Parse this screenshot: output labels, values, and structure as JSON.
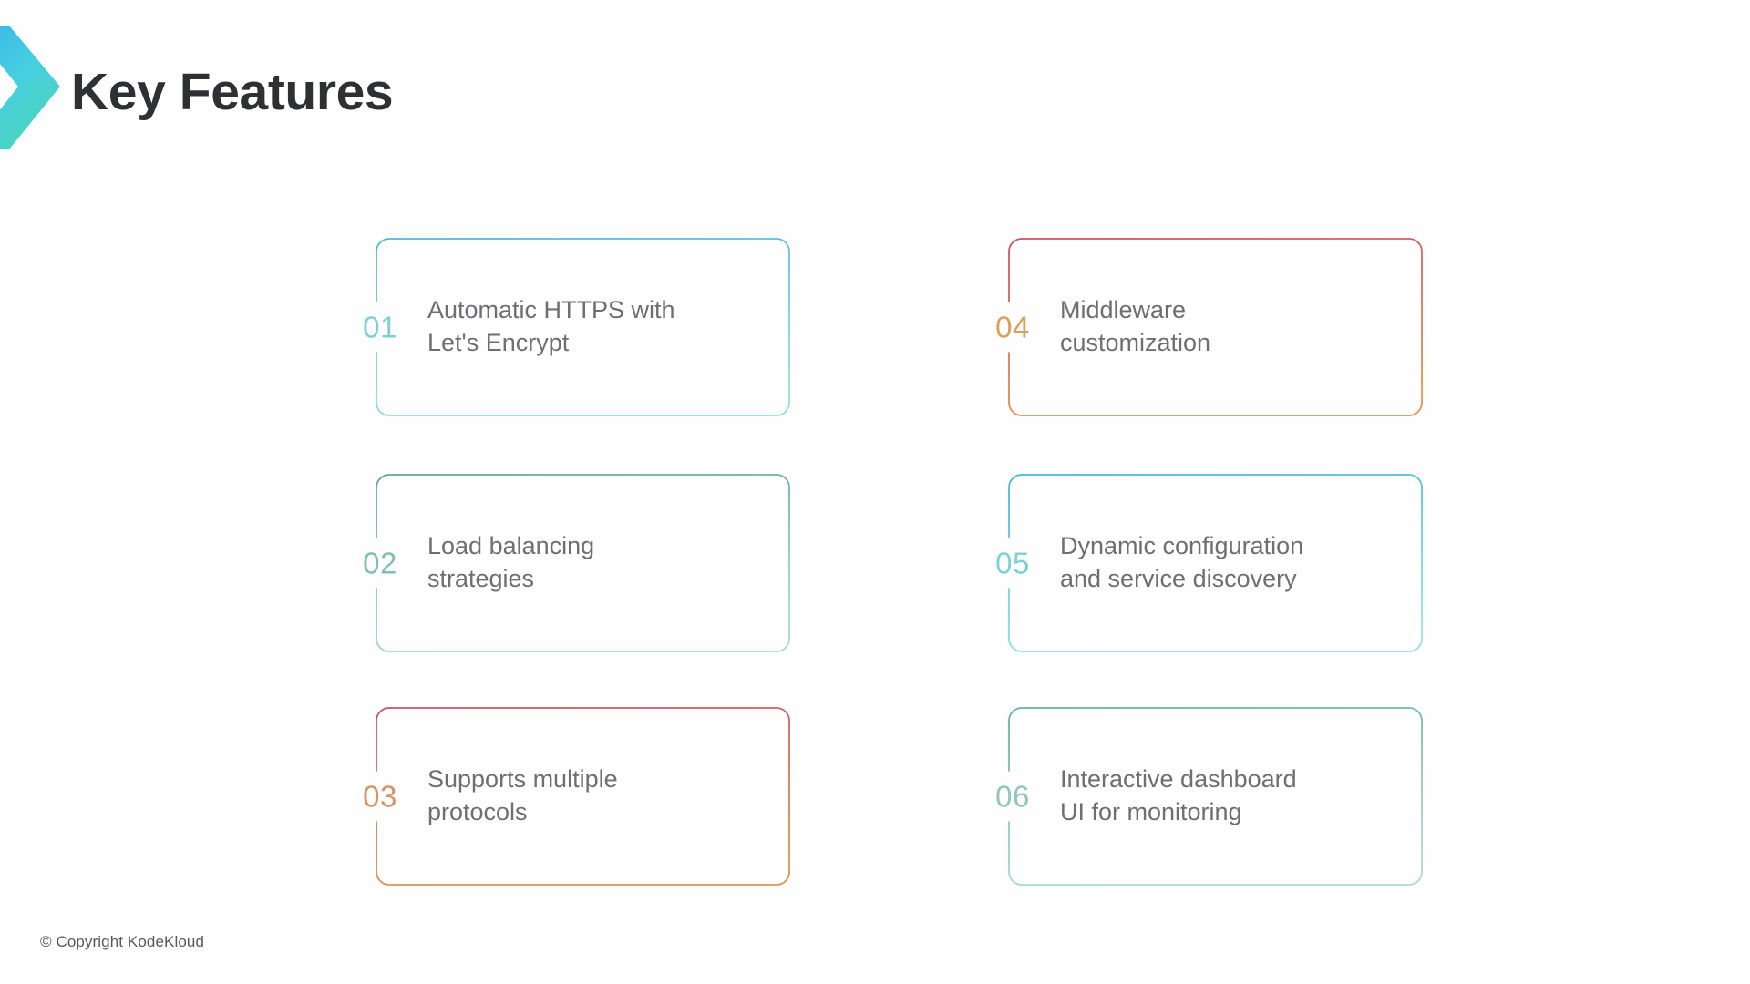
{
  "slide": {
    "background_color": "#fefefe",
    "title": "Key Features",
    "title_color": "#2f3033"
  },
  "logo": {
    "name": "chevron-logo",
    "gradient_from": "#3ab6e8",
    "gradient_mid": "#46cfe0",
    "gradient_to": "#4ad6b4"
  },
  "cards": [
    {
      "number": "01",
      "number_color": "#7ed0d8",
      "border_from": "#52b4dd",
      "border_to": "#8fe0da",
      "line1": "Automatic HTTPS with",
      "line2": "Let's Encrypt"
    },
    {
      "number": "02",
      "number_color": "#7fc2ac",
      "border_from": "#5aab8e",
      "border_to": "#a6dcc8",
      "line1": "Load balancing",
      "line2": "strategies"
    },
    {
      "number": "03",
      "number_color": "#d89363",
      "border_from": "#cf4f66",
      "border_to": "#e0934f",
      "line1": "Supports multiple",
      "line2": "protocols"
    },
    {
      "number": "04",
      "number_color": "#d8a05a",
      "border_from": "#cf4f66",
      "border_to": "#e0934f",
      "line1": "Middleware",
      "line2": "customization"
    },
    {
      "number": "05",
      "number_color": "#7ed0d8",
      "border_from": "#47b3dd",
      "border_to": "#8fe6dc",
      "line1": "Dynamic configuration",
      "line2": "and service discovery"
    },
    {
      "number": "06",
      "number_color": "#8fc8b3",
      "border_from": "#63b295",
      "border_to": "#a9ddc9",
      "line1": "Interactive dashboard",
      "line2": "UI for monitoring"
    }
  ],
  "footer": {
    "copyright": "© Copyright KodeKloud",
    "color": "#58595c"
  },
  "body_text_color": "#6e6f73"
}
